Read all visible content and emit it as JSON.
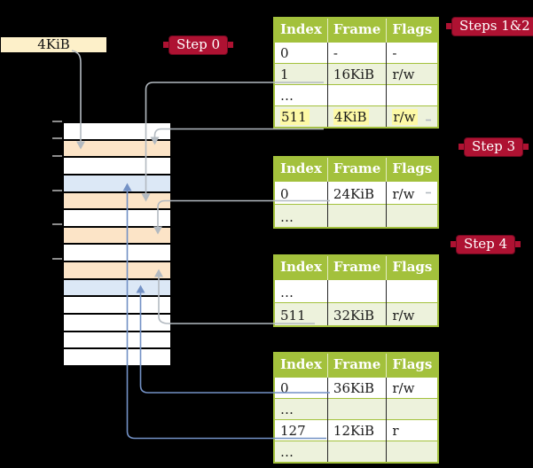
{
  "colors": {
    "background": "#000000",
    "table_green": "#a3c13c",
    "row_green": "#edf2dc",
    "highlight_yellow": "#fdf9a6",
    "badge_crimson": "#ae1232",
    "label_cream": "#fdf0c9",
    "frame_orange": "#fce4c7",
    "frame_blue": "#dce8f6",
    "line_gray": "#b3bac1",
    "line_blue": "#7391c5"
  },
  "label_4kib": "4KiB",
  "badges": {
    "step0": "Step 0",
    "steps12": "Steps 1&2",
    "step3": "Step 3",
    "step4": "Step 4"
  },
  "memory": {
    "rows": [
      "white",
      "orange",
      "white",
      "blue",
      "orange",
      "white",
      "orange",
      "white",
      "orange",
      "blue",
      "white",
      "white",
      "white",
      "white"
    ]
  },
  "tables": {
    "headers": [
      "Index",
      "Frame",
      "Flags"
    ],
    "t1": {
      "rows": [
        {
          "index": "0",
          "frame": "-",
          "flags": "-"
        },
        {
          "index": "1",
          "frame": "16KiB",
          "flags": "r/w"
        },
        {
          "index": "…",
          "frame": "",
          "flags": ""
        },
        {
          "index": "511",
          "frame": "4KiB",
          "flags": "r/w"
        }
      ]
    },
    "t2": {
      "rows": [
        {
          "index": "0",
          "frame": "24KiB",
          "flags": "r/w"
        },
        {
          "index": "…",
          "frame": "",
          "flags": ""
        }
      ]
    },
    "t3": {
      "rows": [
        {
          "index": "…",
          "frame": "",
          "flags": ""
        },
        {
          "index": "511",
          "frame": "32KiB",
          "flags": "r/w"
        }
      ]
    },
    "t4": {
      "rows": [
        {
          "index": "0",
          "frame": "36KiB",
          "flags": "r/w"
        },
        {
          "index": "…",
          "frame": "",
          "flags": ""
        },
        {
          "index": "127",
          "frame": "12KiB",
          "flags": "r"
        },
        {
          "index": "…",
          "frame": "",
          "flags": ""
        }
      ]
    }
  }
}
